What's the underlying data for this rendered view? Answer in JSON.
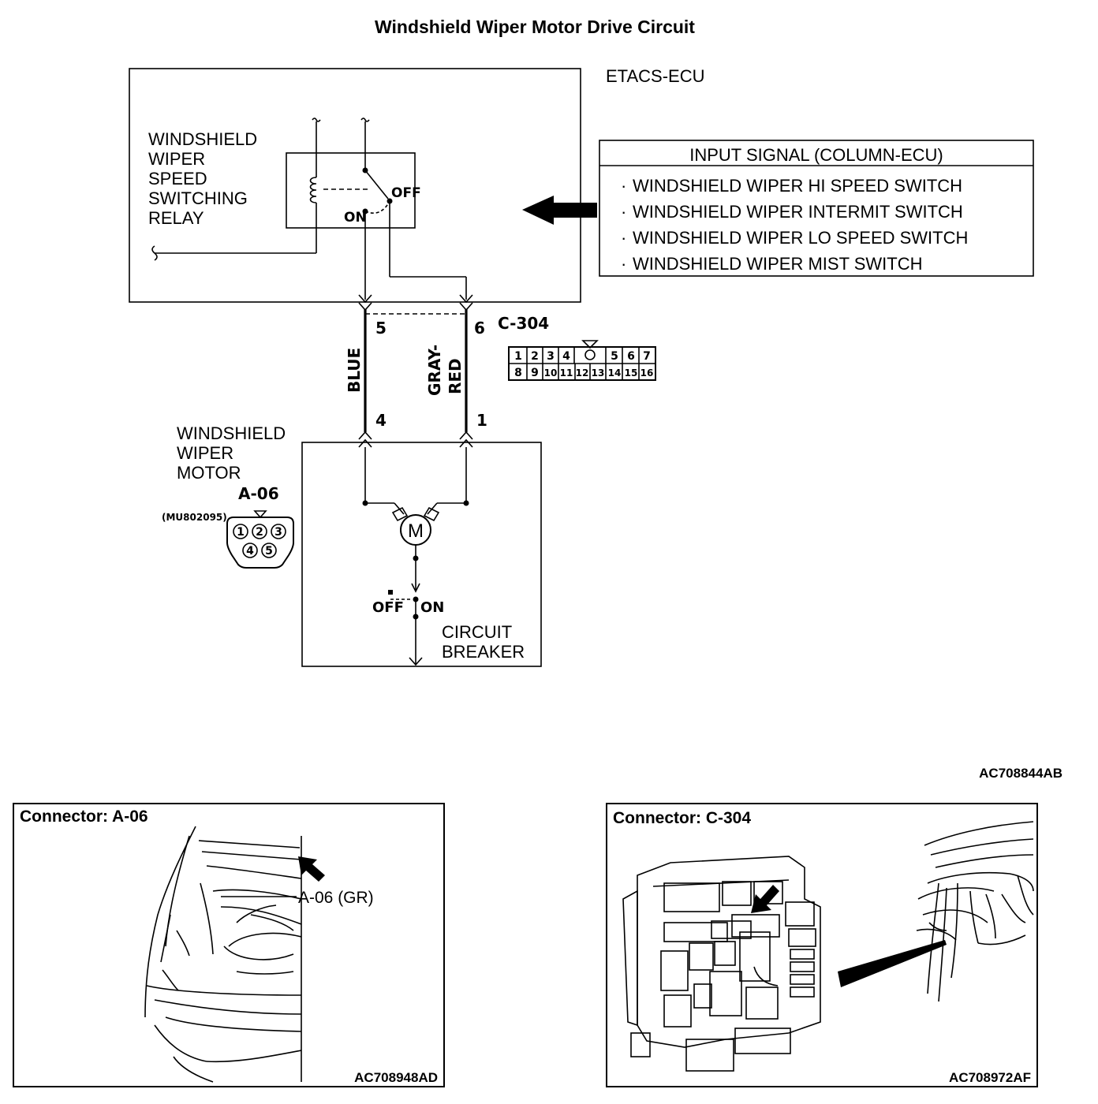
{
  "title": "Windshield Wiper Motor Drive Circuit",
  "ecu": {
    "label": "ETACS-ECU",
    "relay_lines": [
      "WINDSHIELD",
      "WIPER",
      "SPEED",
      "SWITCHING",
      "RELAY"
    ],
    "relay_off": "OFF",
    "relay_on": "ON"
  },
  "input_signal": {
    "header": "INPUT SIGNAL (COLUMN-ECU)",
    "items": [
      "WINDSHIELD WIPER HI SPEED SWITCH",
      "WINDSHIELD WIPER INTERMIT SWITCH",
      "WINDSHIELD WIPER LO SPEED SWITCH",
      "WINDSHIELD WIPER MIST SWITCH"
    ],
    "bullet": "·"
  },
  "wires": {
    "left_color": "BLUE",
    "right_color_1": "GRAY-",
    "right_color_2": "RED",
    "pin_top_left": "5",
    "pin_top_right": "6",
    "pin_bottom_left": "4",
    "pin_bottom_right": "1"
  },
  "connector_c304": {
    "label": "C-304",
    "top_row": [
      "1",
      "2",
      "3",
      "4",
      "5",
      "6",
      "7"
    ],
    "bottom_row": [
      "8",
      "9",
      "10",
      "11",
      "12",
      "13",
      "14",
      "15",
      "16"
    ]
  },
  "motor": {
    "label_lines": [
      "WINDSHIELD",
      "WIPER",
      "MOTOR"
    ],
    "connector": "A-06",
    "part_no": "(MU802095)",
    "pins": [
      "1",
      "2",
      "3",
      "4",
      "5"
    ],
    "symbol": "M",
    "breaker_off": "OFF",
    "breaker_on": "ON",
    "breaker_lines": [
      "CIRCUIT",
      "BREAKER"
    ]
  },
  "figure_code": "AC708844AB",
  "panel_a06": {
    "title": "Connector: A-06",
    "callout": "A-06 (GR)",
    "code": "AC708948AD"
  },
  "panel_c304": {
    "title": "Connector: C-304",
    "code": "AC708972AF"
  }
}
